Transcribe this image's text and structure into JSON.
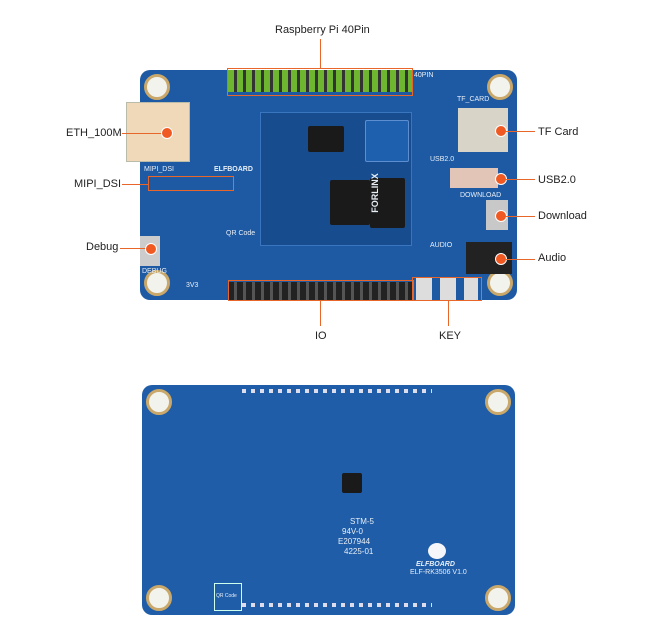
{
  "callouts": {
    "rpi": "Raspberry Pi 40Pin",
    "eth": "ETH_100M",
    "mipi": "MIPI_DSI",
    "debug": "Debug",
    "tf": "TF Card",
    "usb": "USB2.0",
    "download": "Download",
    "audio": "Audio",
    "io": "IO",
    "key": "KEY"
  },
  "board_top": {
    "brand": "ELFBOARD",
    "soc": "FORLINX",
    "qr": "QR Code",
    "silk_40pin": "40PIN",
    "silk_tf": "TF_CARD",
    "silk_usb": "USB2.0",
    "silk_dl": "DOWNLOAD",
    "silk_audio": "AUDIO",
    "silk_debug": "DEBUG",
    "silk_mipi": "MIPI_DSI",
    "silk_3v3": "3V3"
  },
  "board_bottom": {
    "stm": "STM-5",
    "ul": "94V-0",
    "cert": "E207944",
    "code": "4225-01",
    "brand": "ELFBOARD",
    "model": "ELF-RK3506 V1.0",
    "qr": "QR Code"
  },
  "colors": {
    "accent": "#e8662a",
    "pcb": "#1d5aa3"
  }
}
